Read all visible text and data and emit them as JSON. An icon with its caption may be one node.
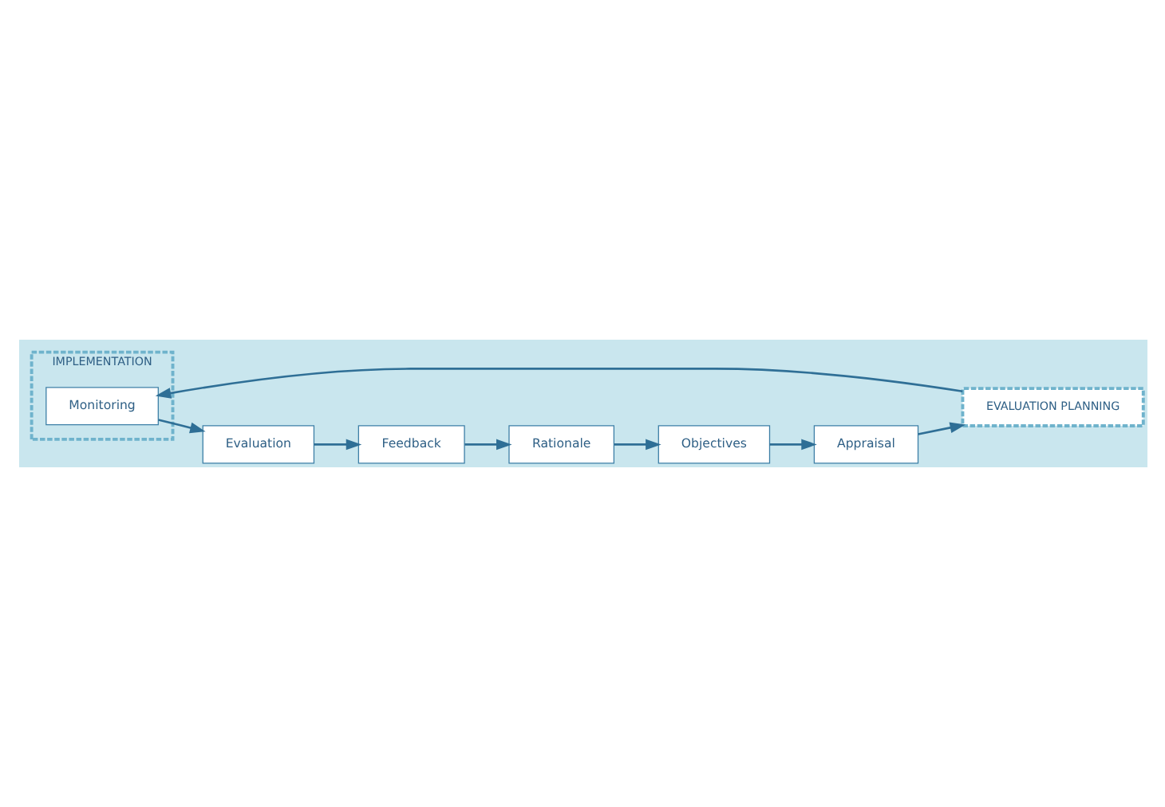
{
  "diagram": {
    "nodes": [
      {
        "text": [
          "Rationale"
        ]
      },
      {
        "text": [
          "Objectives"
        ]
      },
      {
        "text": [
          "Appraisal"
        ]
      },
      {
        "text": [
          "EVALUATION PLANNING"
        ]
      },
      {
        "text": [
          "IMPLEMENTATION"
        ]
      },
      {
        "text": [
          "Monitoring"
        ],
        "in": 4
      },
      {
        "text": [
          "Evaluation"
        ]
      },
      {
        "text": [
          "Feedback"
        ]
      }
    ],
    "edges": [
      {
        "from": 0,
        "to": 1,
        "arrow": "to"
      },
      {
        "from": 1,
        "to": 2,
        "arrow": "to"
      },
      {
        "from": 2,
        "to": 3,
        "arrow": "to"
      },
      {
        "from": 3,
        "to": 5,
        "arrow": "to"
      },
      {
        "from": 5,
        "to": 6,
        "arrow": "to"
      },
      {
        "from": 6,
        "to": 7,
        "arrow": "to"
      },
      {
        "from": 7,
        "to": 0,
        "arrow": "to"
      }
    ]
  }
}
